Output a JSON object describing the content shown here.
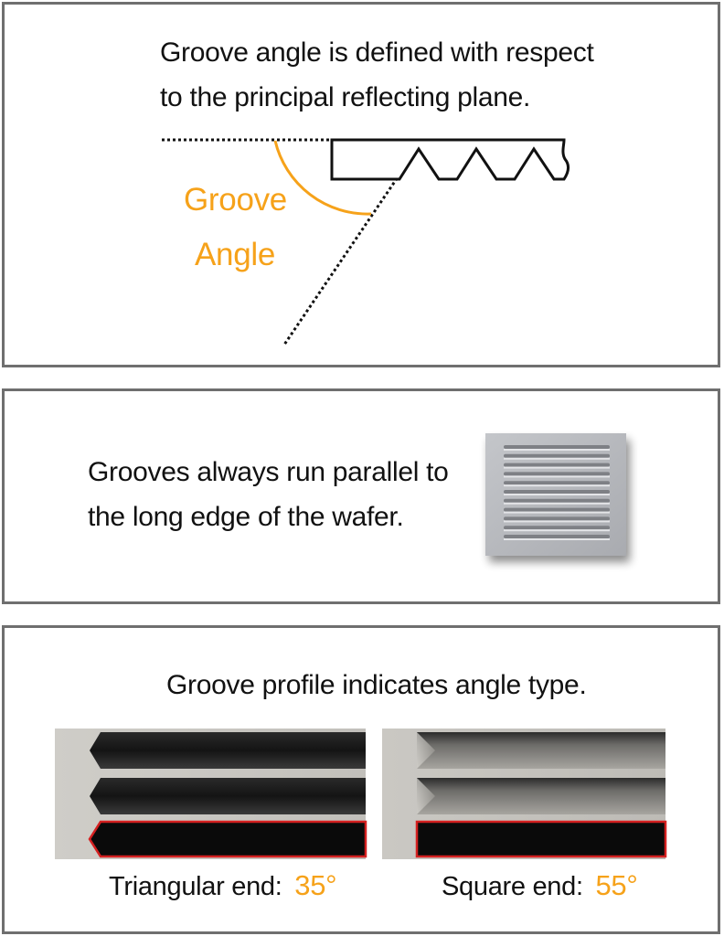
{
  "panel1": {
    "text_line1": "Groove angle is defined with respect",
    "text_line2": "to the principal reflecting plane.",
    "label_line1": "Groove",
    "label_line2": "Angle"
  },
  "panel2": {
    "text_line1": "Grooves always run parallel to",
    "text_line2": "the long edge of the wafer."
  },
  "panel3": {
    "heading": "Groove profile indicates angle type.",
    "triangular": {
      "label": "Triangular end:",
      "value": "35°"
    },
    "square": {
      "label": "Square end:",
      "value": "55°"
    }
  },
  "colors": {
    "accent": "#f6a21a",
    "border": "#6f6f6f",
    "groove_dark": "#111111",
    "highlight": "#d42020",
    "wafer": "#b7b9bd"
  }
}
